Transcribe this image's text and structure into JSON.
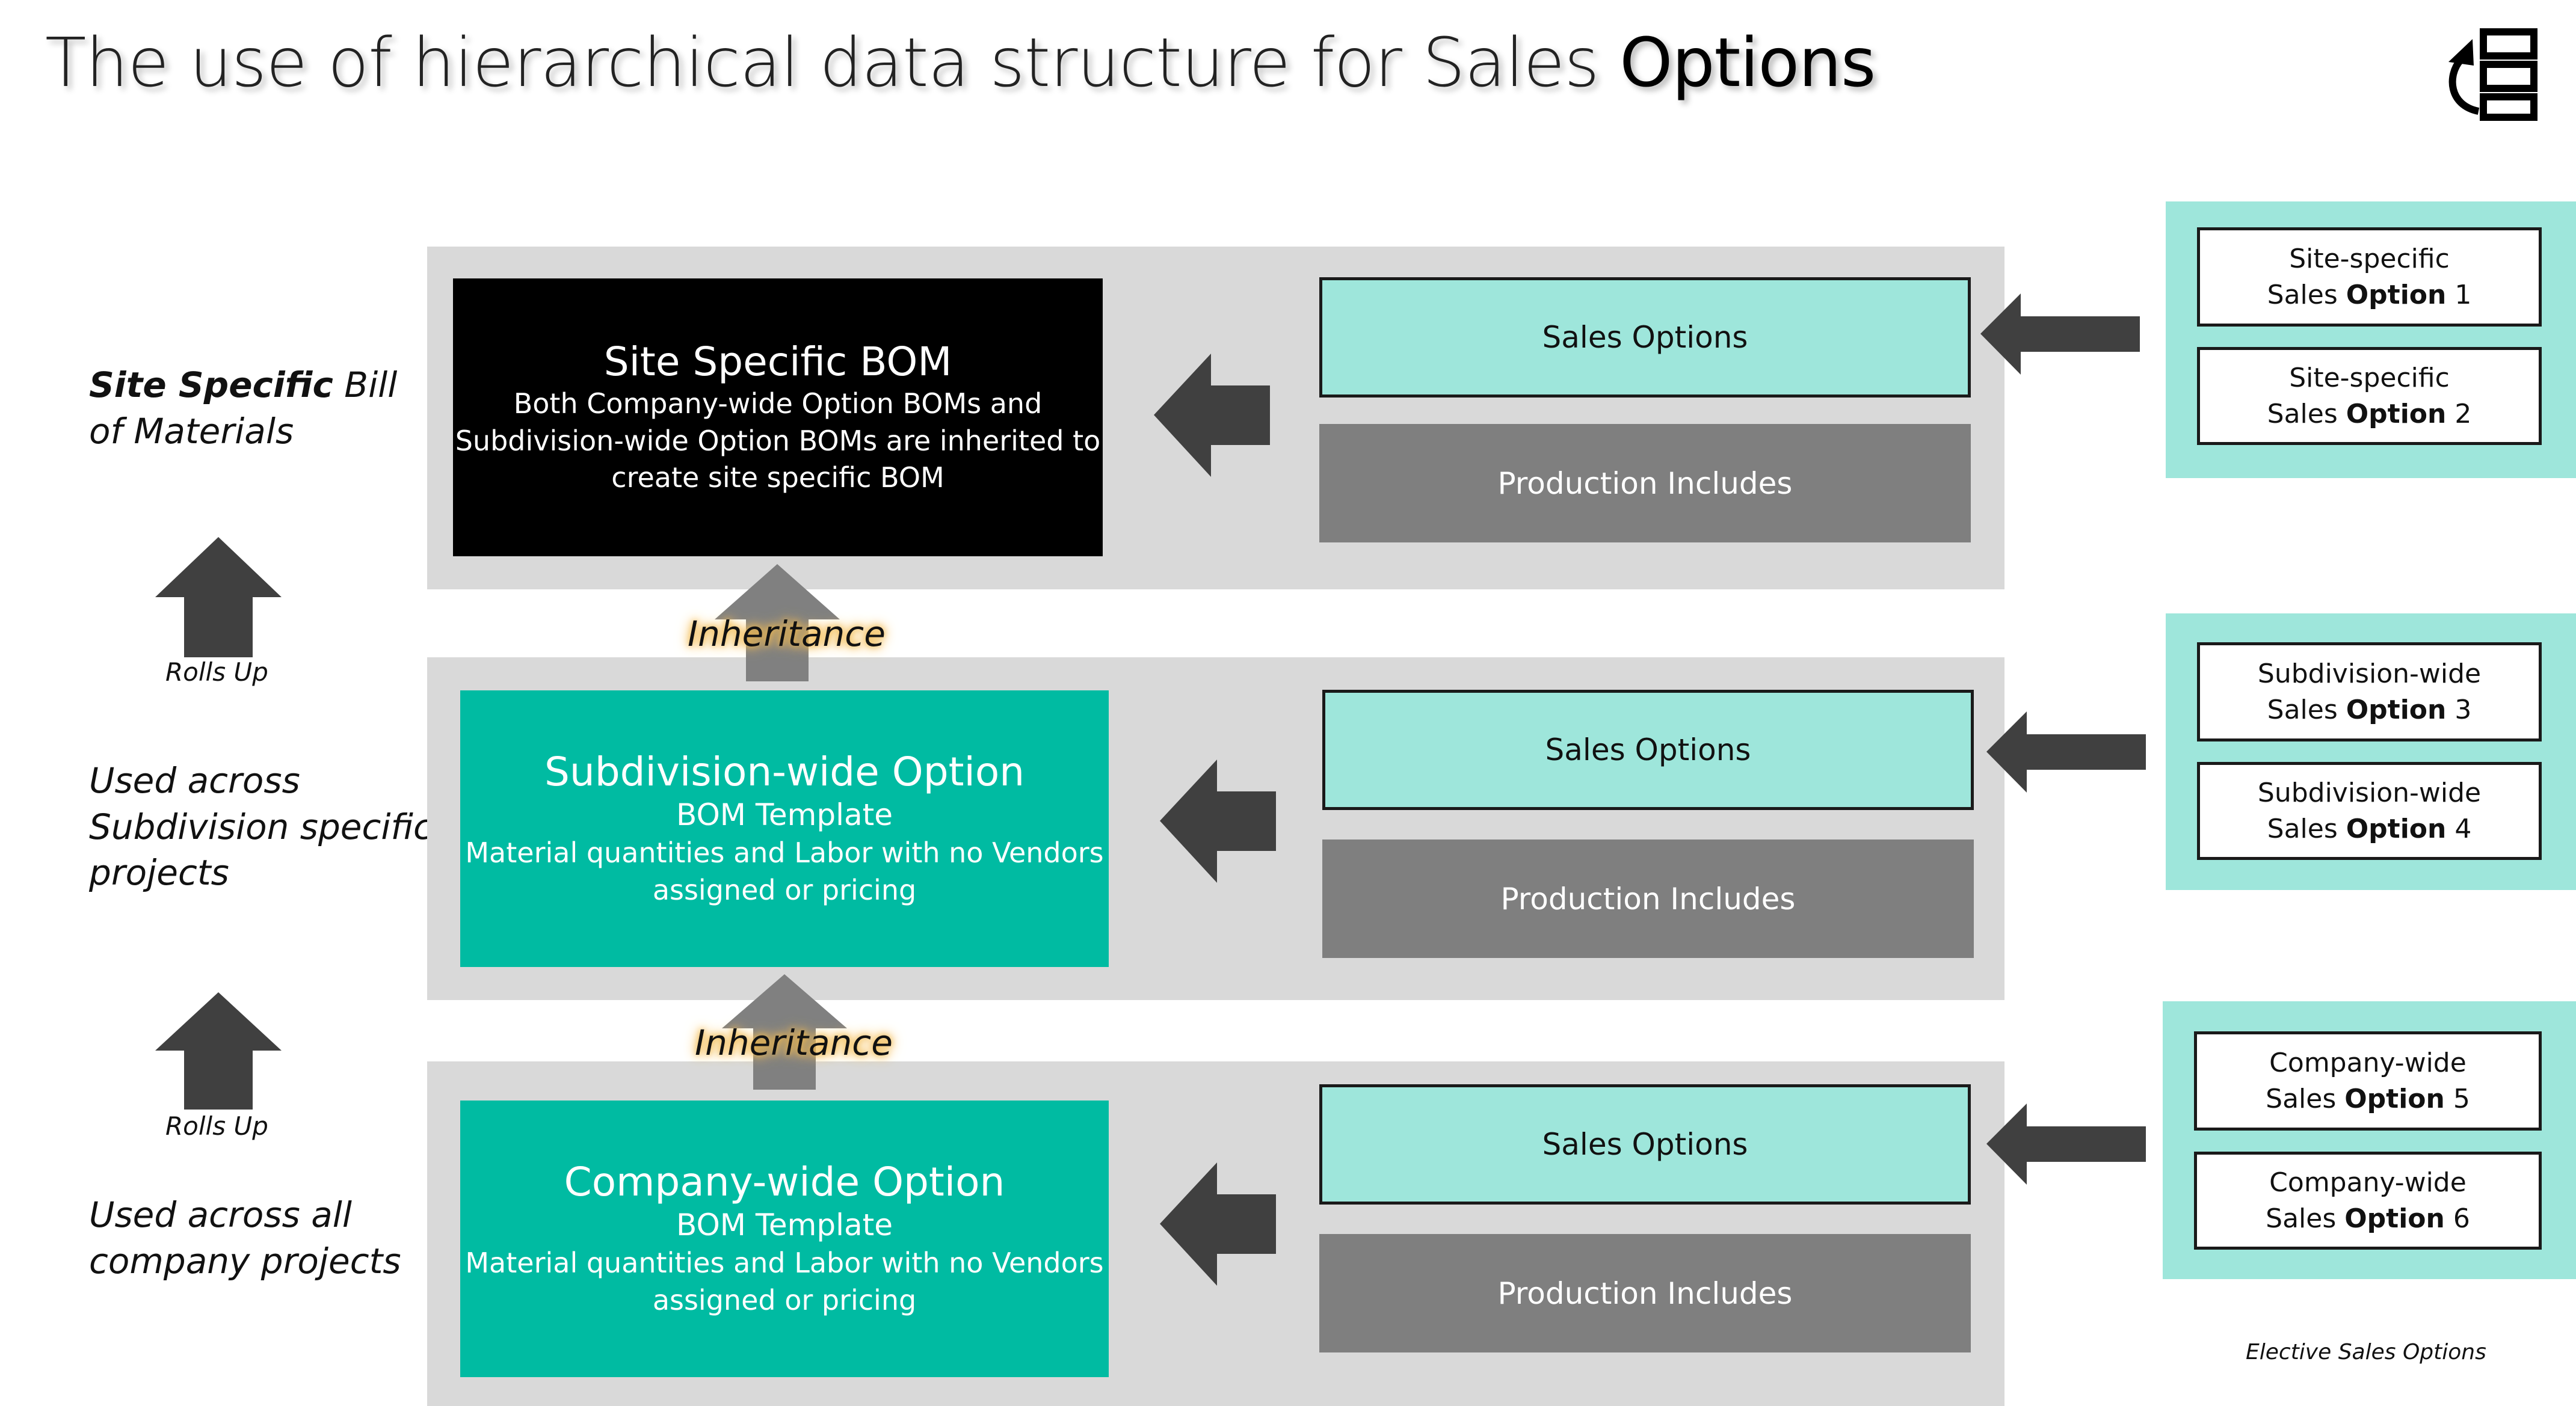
{
  "title": {
    "main": "The use of hierarchical data structure for Sales",
    "strong": "Options"
  },
  "side": {
    "site_bom": {
      "bold": "Site Specific",
      "rest1": " Bill",
      "rest2": "of Materials"
    },
    "subdivision": [
      "Used across",
      "Subdivision specific",
      "projects"
    ],
    "company": [
      "Used across all",
      "company projects"
    ],
    "rolls_up_label": "Rolls Up"
  },
  "inheritance_label": "Inheritance",
  "tiers": {
    "site": {
      "bom_title": "Site Specific BOM",
      "bom_lines": [
        "Both Company-wide Option BOMs and",
        "Subdivision-wide Option BOMs are inherited to",
        "create site specific BOM"
      ],
      "sales_options": "Sales Options",
      "production_includes": "Production Includes"
    },
    "subdivision": {
      "bom_title": "Subdivision-wide Option",
      "bom_sub": "BOM Template",
      "bom_lines": [
        "Material quantities and Labor with no Vendors",
        "assigned or pricing"
      ],
      "sales_options": "Sales Options",
      "production_includes": "Production Includes"
    },
    "company": {
      "bom_title": "Company-wide Option",
      "bom_sub": "BOM Template",
      "bom_lines": [
        "Material quantities and Labor with no Vendors",
        "assigned or pricing"
      ],
      "sales_options": "Sales Options",
      "production_includes": "Production Includes"
    }
  },
  "options": {
    "site": [
      {
        "line1": "Site-specific",
        "prefix": "Sales ",
        "bold": "Option",
        "num": " 1"
      },
      {
        "line1": "Site-specific",
        "prefix": "Sales ",
        "bold": "Option",
        "num": " 2"
      }
    ],
    "subdivision": [
      {
        "line1": "Subdivision-wide",
        "prefix": "Sales ",
        "bold": "Option",
        "num": " 3"
      },
      {
        "line1": "Subdivision-wide",
        "prefix": "Sales ",
        "bold": "Option",
        "num": " 4"
      }
    ],
    "company": [
      {
        "line1": "Company-wide",
        "prefix": "Sales ",
        "bold": "Option",
        "num": " 5"
      },
      {
        "line1": "Company-wide",
        "prefix": "Sales ",
        "bold": "Option",
        "num": " 6"
      }
    ]
  },
  "elective_label": "Elective Sales Options",
  "colors": {
    "band_gray": "#d9d9d9",
    "teal_dark": "#00bba2",
    "teal_light": "#9ee6db",
    "production_gray": "#7f7f7f",
    "arrow_dark": "#404040",
    "arrow_gray": "#808080"
  }
}
